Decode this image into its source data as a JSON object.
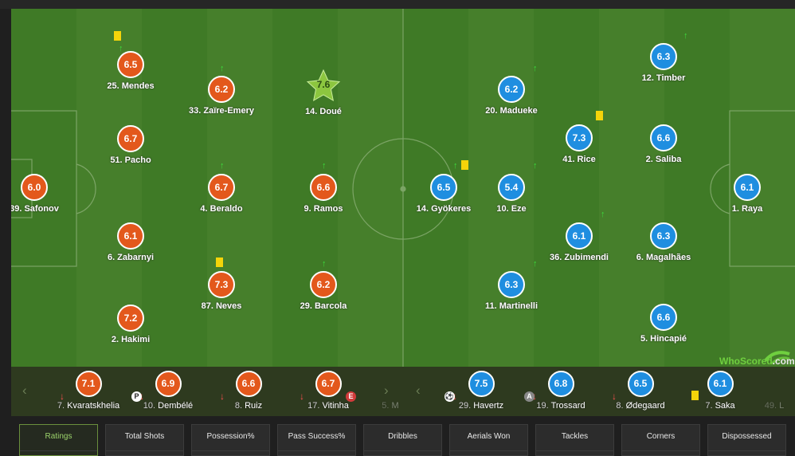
{
  "home_team": [
    {
      "num": "25.",
      "name": "Mendes",
      "rating": "6.5",
      "card": true
    },
    {
      "num": "51.",
      "name": "Pacho",
      "rating": "6.7"
    },
    {
      "num": "39.",
      "name": "Safonov",
      "rating": "6.0"
    },
    {
      "num": "6.",
      "name": "Zabarnyi",
      "rating": "6.1",
      "sub": true
    },
    {
      "num": "2.",
      "name": "Hakimi",
      "rating": "7.2"
    },
    {
      "num": "33.",
      "name": "Zaïre-Emery",
      "rating": "6.2",
      "sub": true
    },
    {
      "num": "4.",
      "name": "Beraldo",
      "rating": "6.7",
      "sub": true
    },
    {
      "num": "87.",
      "name": "Neves",
      "rating": "7.3",
      "card": true
    },
    {
      "num": "14.",
      "name": "Doué",
      "rating": "7.6",
      "motm": true
    },
    {
      "num": "9.",
      "name": "Ramos",
      "rating": "6.6",
      "sub": true
    },
    {
      "num": "29.",
      "name": "Barcola",
      "rating": "6.2",
      "sub": true
    }
  ],
  "away_team": [
    {
      "num": "14.",
      "name": "Gyökeres",
      "rating": "6.5",
      "sub": true,
      "card": true
    },
    {
      "num": "20.",
      "name": "Madueke",
      "rating": "6.2",
      "sub": true
    },
    {
      "num": "10.",
      "name": "Eze",
      "rating": "5.4",
      "sub": true
    },
    {
      "num": "11.",
      "name": "Martinelli",
      "rating": "6.3",
      "sub": true
    },
    {
      "num": "41.",
      "name": "Rice",
      "rating": "7.3",
      "card": true
    },
    {
      "num": "36.",
      "name": "Zubimendi",
      "rating": "6.1",
      "sub": true
    },
    {
      "num": "12.",
      "name": "Timber",
      "rating": "6.3",
      "sub": true
    },
    {
      "num": "2.",
      "name": "Saliba",
      "rating": "6.6"
    },
    {
      "num": "6.",
      "name": "Magalhães",
      "rating": "6.3"
    },
    {
      "num": "5.",
      "name": "Hincapié",
      "rating": "6.6"
    },
    {
      "num": "1.",
      "name": "Raya",
      "rating": "6.1"
    }
  ],
  "home_bench": [
    {
      "num": "7.",
      "name": "Kvaratskhelia",
      "rating": "7.1"
    },
    {
      "num": "10.",
      "name": "Dembélé",
      "rating": "6.9",
      "badge": "P"
    },
    {
      "num": "8.",
      "name": "Ruiz",
      "rating": "6.6"
    },
    {
      "num": "17.",
      "name": "Vitinha",
      "rating": "6.7"
    },
    {
      "num": "5.",
      "name": "M",
      "faded": true,
      "badge": "E"
    }
  ],
  "away_bench": [
    {
      "num": "29.",
      "name": "Havertz",
      "rating": "7.5",
      "badge": "ball"
    },
    {
      "num": "19.",
      "name": "Trossard",
      "rating": "6.8",
      "badge": "A"
    },
    {
      "num": "8.",
      "name": "Ødegaard",
      "rating": "6.5"
    },
    {
      "num": "7.",
      "name": "Saka",
      "rating": "6.1",
      "card": true
    },
    {
      "num": "49.",
      "name": "L",
      "faded": true
    }
  ],
  "bench_nav": {
    "left": "‹",
    "right": "›"
  },
  "branding": {
    "who": "WhoScored",
    "dot_com": ".com"
  },
  "tabs": [
    "Ratings",
    "Total Shots",
    "Possession%",
    "Pass Success%",
    "Dribbles",
    "Aerials Won",
    "Tackles",
    "Corners",
    "Dispossessed"
  ],
  "active_tab": "Ratings",
  "colors": {
    "home": "#e3581c",
    "away": "#1f8ee0",
    "motm": "#8cc63f",
    "sub_on": "#3ddc3d",
    "sub_off": "#ff5050",
    "yellow_card": "#f5d40a"
  }
}
